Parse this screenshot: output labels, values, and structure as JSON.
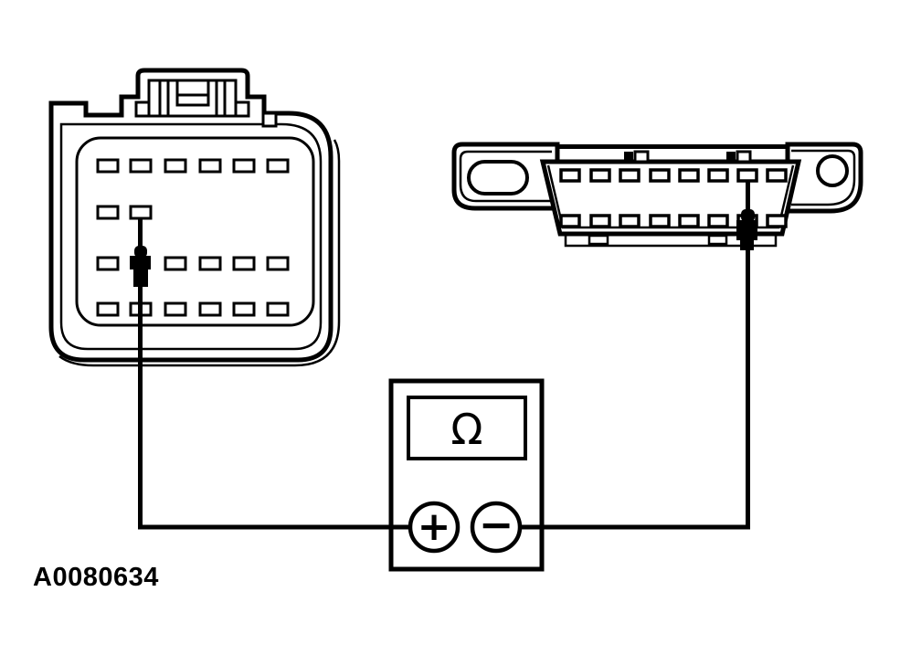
{
  "figure": {
    "drawing_number": "A0080634",
    "background_color": "#ffffff",
    "ink_color": "#000000"
  },
  "ohmmeter": {
    "display_symbol": "Ω",
    "positive_terminal_label": "+",
    "negative_terminal_label": "−"
  },
  "left_connector": {
    "kind": "component-connector-face-view",
    "visible_pins_per_row": [
      6,
      2,
      5,
      6
    ],
    "probe_location": "column 2, between rows 2 and 3"
  },
  "right_connector": {
    "kind": "data-link-connector-face-view",
    "visible_pins_per_row": [
      8,
      8
    ],
    "probe_location": "pin column 7, lower row"
  },
  "connections": [
    "left connector probed cavity wired to ohmmeter positive terminal",
    "right connector probed pin wired to ohmmeter negative terminal"
  ]
}
